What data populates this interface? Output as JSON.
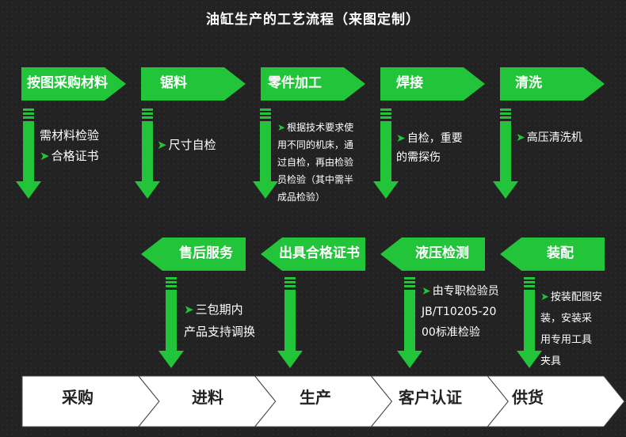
{
  "title": "油缸生产的工艺流程（来图定制）",
  "colors": {
    "accent": "#22c43a",
    "background": "#222222",
    "text": "#ffffff",
    "stage_fill": "#ffffff",
    "stage_text": "#222222"
  },
  "steps_top": [
    {
      "label": "按图采购材料",
      "desc": [
        "需材料检验",
        "➤合格证书"
      ]
    },
    {
      "label": "锯料",
      "desc": [
        "➤尺寸自检"
      ]
    },
    {
      "label": "零件加工",
      "desc": [
        "➤根据技术要求使",
        "用不同的机床，通",
        "过自检，再由检验",
        "员检验（其中需半",
        "成品检验）"
      ]
    },
    {
      "label": "焊接",
      "desc": [
        "➤自检，重要",
        "的需探伤"
      ]
    },
    {
      "label": "清洗",
      "desc": [
        "➤高压清洗机"
      ]
    }
  ],
  "steps_bottom": [
    {
      "label": "售后服务",
      "desc": [
        "➤三包期内",
        "产品支持调换"
      ]
    },
    {
      "label": "出具合格证书",
      "desc": []
    },
    {
      "label": "液压检测",
      "desc": [
        "➤由专职检验员",
        "JB/T10205-20",
        "00标准检验"
      ]
    },
    {
      "label": "装配",
      "desc": [
        "➤按装配图安",
        "装，安装采",
        "用专用工具",
        "夹具"
      ]
    }
  ],
  "stages": [
    "采购",
    "进料",
    "生产",
    "客户认证",
    "供货"
  ]
}
